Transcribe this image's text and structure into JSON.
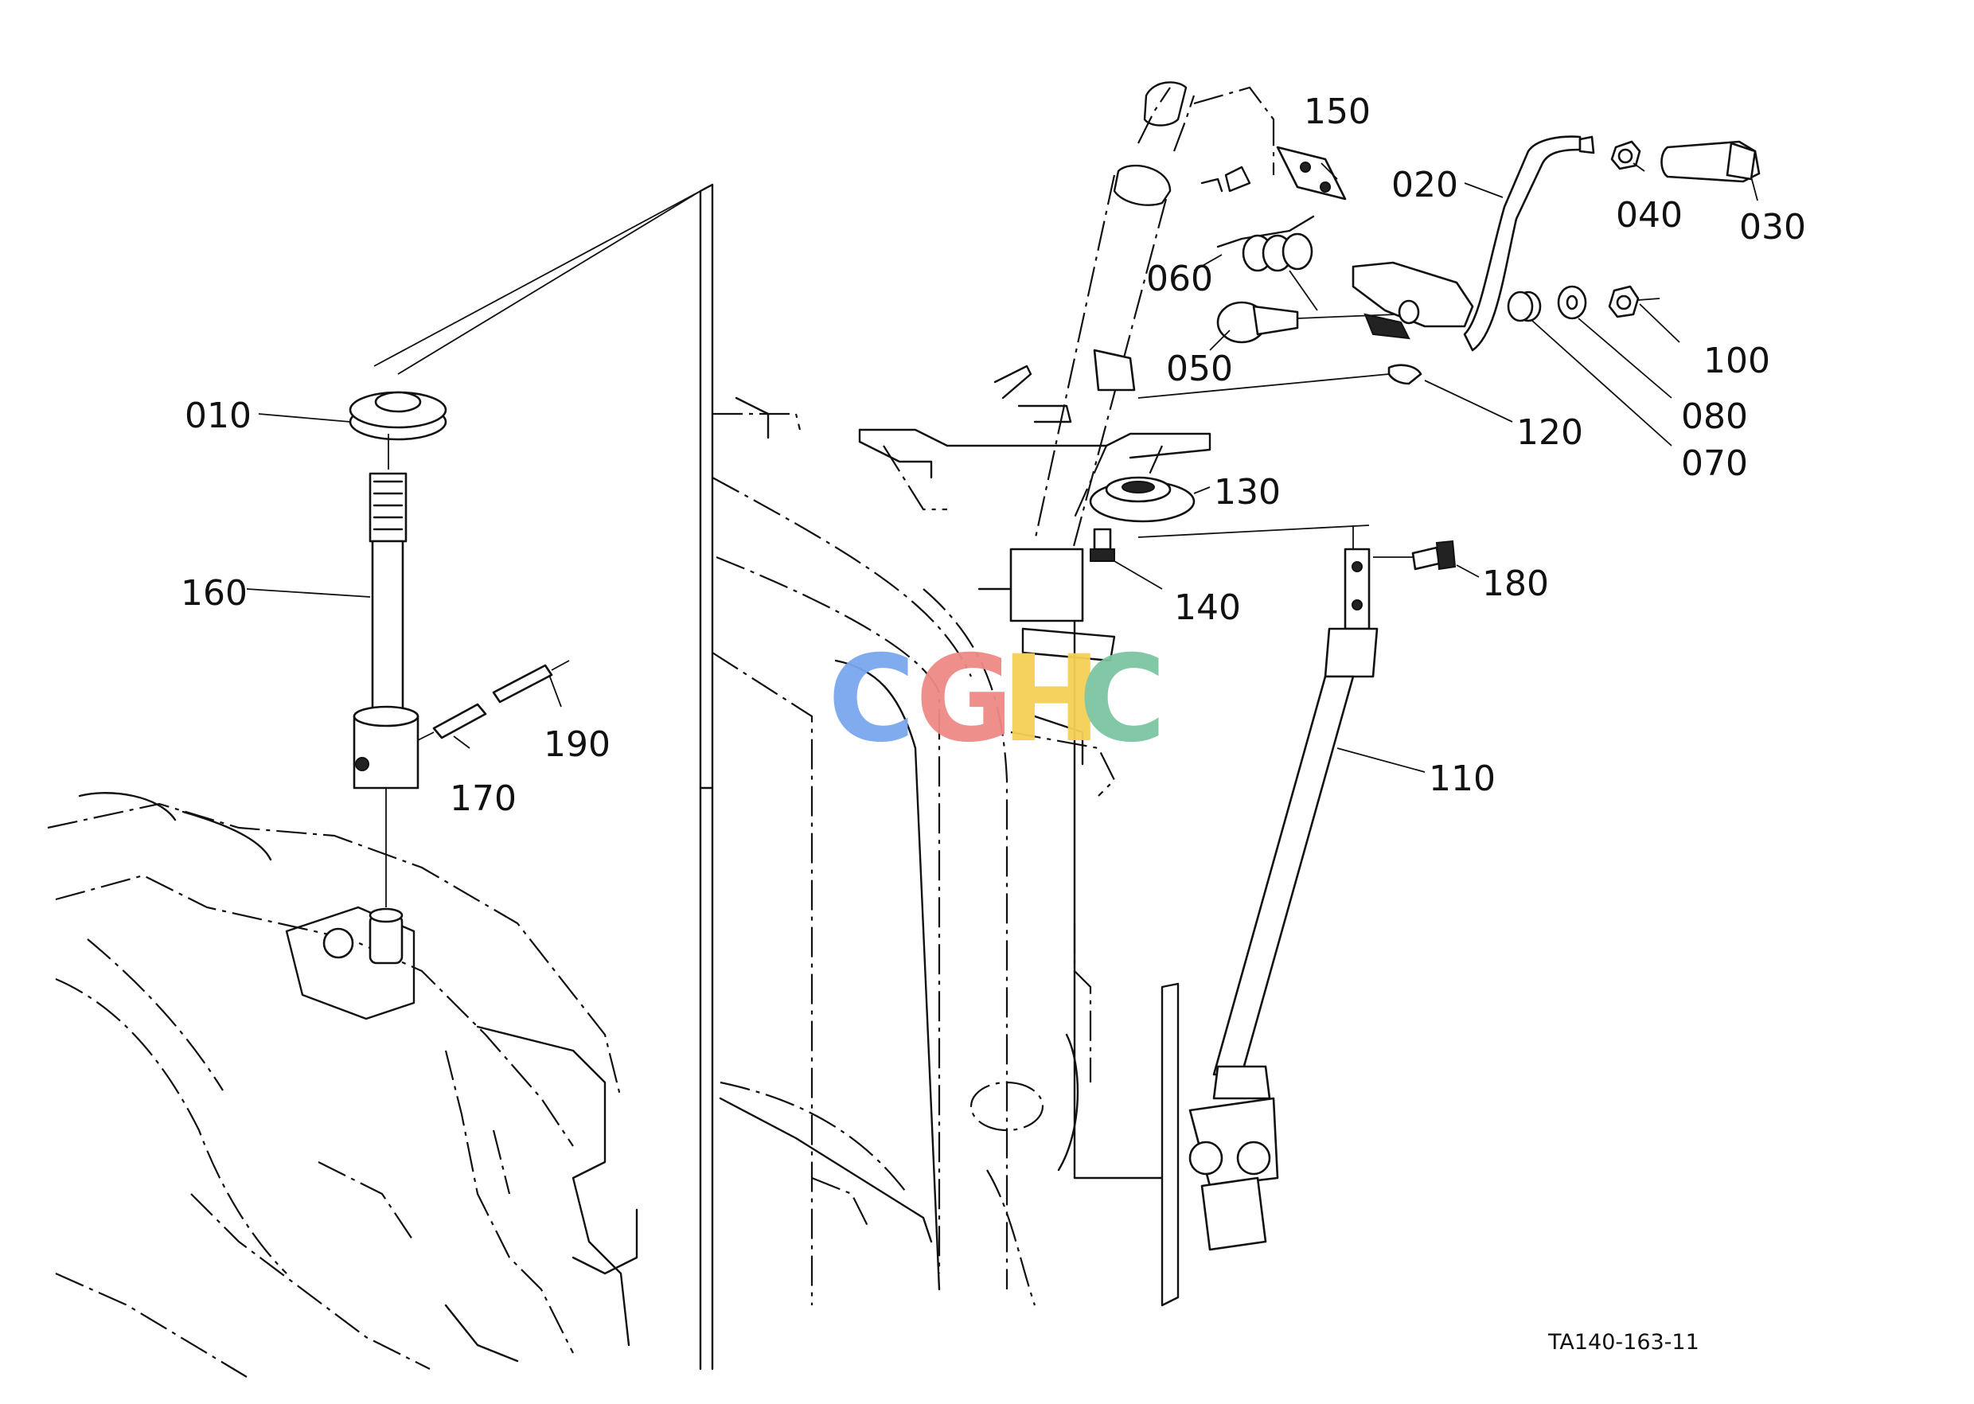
{
  "diagram": {
    "part_labels": [
      "010",
      "020",
      "030",
      "040",
      "050",
      "060",
      "070",
      "080",
      "100",
      "110",
      "120",
      "130",
      "140",
      "150",
      "160",
      "170",
      "180",
      "190"
    ],
    "figure_code": "TA140-163-11",
    "watermark": {
      "letters": [
        "C",
        "G",
        "H",
        "C"
      ],
      "colors": [
        "#7aa7ef",
        "#ef8a86",
        "#f5cf55",
        "#7cc6a2"
      ]
    }
  }
}
